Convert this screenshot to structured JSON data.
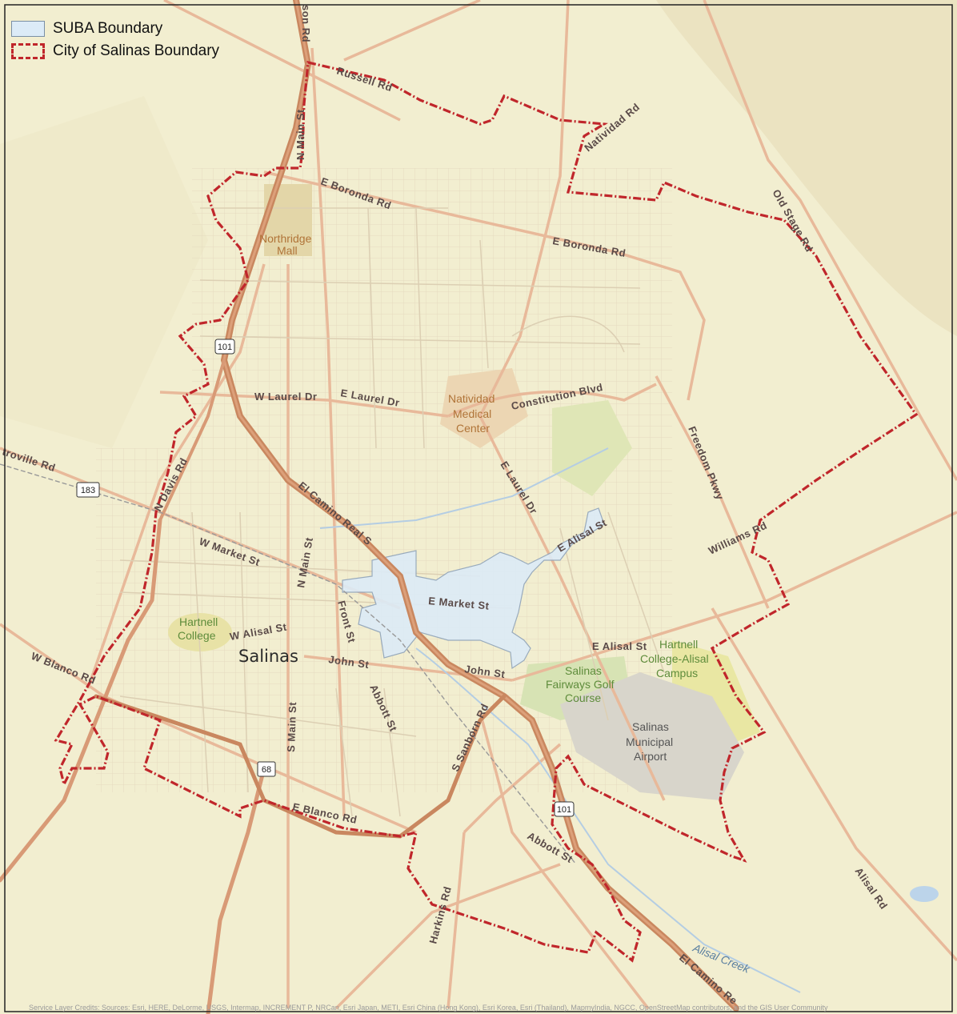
{
  "legend": {
    "suba_label": "SUBA Boundary",
    "city_label": "City of Salinas Boundary"
  },
  "colors": {
    "background": "#f2eed0",
    "suba_fill": "#dcebf7",
    "city_boundary": "#c0262b",
    "highway": "#c9875f",
    "arterial": "#e8b99a",
    "street": "#d8d0b8"
  },
  "city_name": "Salinas",
  "roads": {
    "hwy_101_shield": "101",
    "hwy_183_shield": "183",
    "hwy_68_shield": "68",
    "hwy_101_shield_south": "101",
    "russell_rd": "Russell Rd",
    "natividad_rd": "Natividad Rd",
    "old_stage_rd": "Old Stage Rd",
    "n_main_st_top": "N Main St",
    "e_boronda_rd_1": "E Boronda Rd",
    "e_boronda_rd_2": "E Boronda Rd",
    "w_laurel_dr": "W Laurel Dr",
    "e_laurel_dr": "E Laurel Dr",
    "constitution_blvd": "Constitution Blvd",
    "freedom_pkwy": "Freedom Pkwy",
    "el_camino_real_n": "El Camino Real S",
    "e_laurel_dr_2": "E Laurel Dr",
    "e_alisal_st_upper": "E Alisal St",
    "williams_rd": "Williams Rd",
    "w_market_st": "W Market St",
    "n_main_st": "N Main St",
    "e_market_st": "E Market St",
    "w_alisal_st": "W Alisal St",
    "front_st": "Front St",
    "john_st": "John St",
    "john_st_2": "John St",
    "e_alisal_st": "E Alisal St",
    "abbott_st": "Abbott St",
    "s_main_st": "S Main St",
    "w_blanco_rd": "W Blanco Rd",
    "e_blanco_rd": "E Blanco Rd",
    "s_sanborn_rd": "S Sanborn Rd",
    "abbott_st_2": "Abbott St",
    "harkins_rd": "Harkins Rd",
    "alisal_rd": "Alisal Rd",
    "el_camino_real_s": "El Camino Re",
    "castroville_rd": "troville Rd",
    "n_davis_rd": "N Davis Rd",
    "son_rd": "son Rd"
  },
  "places": {
    "northridge_mall_1": "Northridge",
    "northridge_mall_2": "Mall",
    "natividad_1": "Natividad",
    "natividad_2": "Medical",
    "natividad_3": "Center",
    "hartnell_1": "Hartnell",
    "hartnell_2": "College",
    "hartnell_alisal_1": "Hartnell",
    "hartnell_alisal_2": "College-Alisal",
    "hartnell_alisal_3": "Campus",
    "fairways_1": "Salinas",
    "fairways_2": "Fairways Golf",
    "fairways_3": "Course",
    "airport_1": "Salinas",
    "airport_2": "Municipal",
    "airport_3": "Airport",
    "alisal_creek": "Alisal Creek"
  },
  "credits": "Service Layer Credits: Sources: Esri, HERE, DeLorme, USGS, Intermap, INCREMENT P, NRCan, Esri Japan, METI, Esri China (Hong Kong), Esri Korea, Esri (Thailand), MapmyIndia, NGCC, OpenStreetMap contributors, and the GIS User Community"
}
